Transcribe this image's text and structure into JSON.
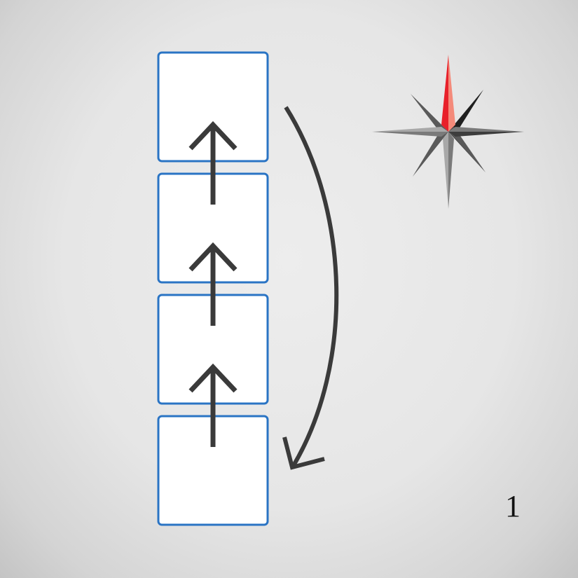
{
  "page": {
    "number": "1"
  },
  "diagram": {
    "box_count": 4,
    "arrow_count": 3,
    "colors": {
      "box_border": "#2a74c4",
      "box_fill": "#ffffff",
      "arrow": "#3a3a3a",
      "compass_north": "#e8202a",
      "compass_north_light": "#f48a7a",
      "compass_dark": "#1f1f1f",
      "compass_gray": "#7a7a7a",
      "compass_light_gray": "#a8a8a8"
    },
    "icons": {
      "compass": "compass-rose-icon",
      "straight_arrow": "arrow-up-icon",
      "curved_arrow": "curved-arrow-down-icon"
    }
  }
}
